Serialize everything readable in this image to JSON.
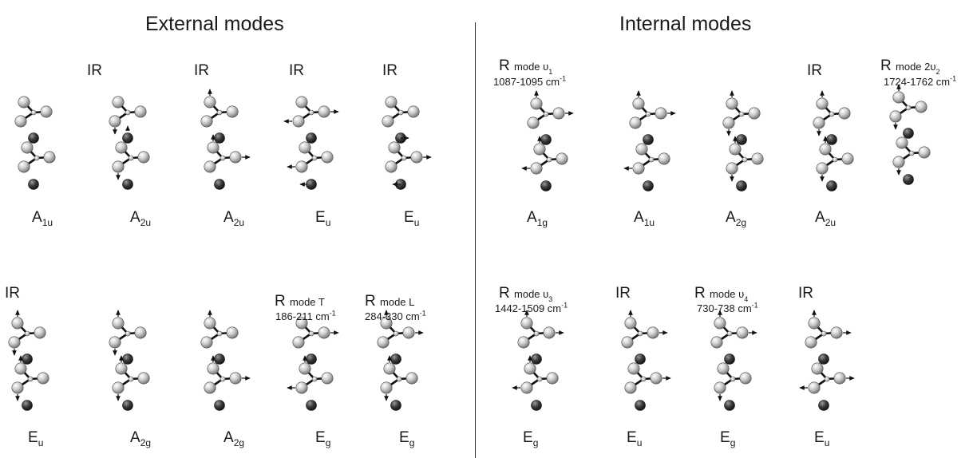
{
  "titles": {
    "external": "External modes",
    "internal": "Internal modes"
  },
  "external_top": [
    {
      "activity": "",
      "symbol": "A",
      "sub": "1u"
    },
    {
      "activity": "IR",
      "symbol": "A",
      "sub": "2u"
    },
    {
      "activity": "IR",
      "symbol": "A",
      "sub": "2u"
    },
    {
      "activity": "IR",
      "symbol": "E",
      "sub": "u"
    },
    {
      "activity": "IR",
      "symbol": "E",
      "sub": "u"
    }
  ],
  "external_bottom": [
    {
      "activity": "IR",
      "symbol": "E",
      "sub": "u"
    },
    {
      "activity": "",
      "symbol": "A",
      "sub": "2g"
    },
    {
      "activity": "",
      "symbol": "A",
      "sub": "2g"
    },
    {
      "activity": "R",
      "mode": "mode T",
      "freq": "186-211 cm",
      "unit_exp": "-1",
      "symbol": "E",
      "sub": "g"
    },
    {
      "activity": "R",
      "mode": "mode L",
      "freq": "284-330 cm",
      "unit_exp": "-1",
      "symbol": "E",
      "sub": "g"
    }
  ],
  "internal_top": [
    {
      "activity": "R",
      "mode": "mode υ",
      "mode_sub": "1",
      "freq": "1087-1095 cm",
      "unit_exp": "-1",
      "symbol": "A",
      "sub": "1g"
    },
    {
      "activity": "",
      "symbol": "A",
      "sub": "1u"
    },
    {
      "activity": "",
      "symbol": "A",
      "sub": "2g"
    },
    {
      "activity": "IR",
      "symbol": "A",
      "sub": "2u"
    },
    {
      "activity": "R",
      "mode": "mode 2υ",
      "mode_sub": "2",
      "freq": "1724-1762 cm",
      "unit_exp": "-1"
    }
  ],
  "internal_bottom": [
    {
      "activity": "R",
      "mode": "mode υ",
      "mode_sub": "3",
      "freq": "1442-1509 cm",
      "unit_exp": "-1",
      "symbol": "E",
      "sub": "g"
    },
    {
      "activity": "IR",
      "symbol": "E",
      "sub": "u"
    },
    {
      "activity": "R",
      "mode": "mode υ",
      "mode_sub": "4",
      "freq": "730-738 cm",
      "unit_exp": "-1",
      "symbol": "E",
      "sub": "g"
    },
    {
      "activity": "IR",
      "symbol": "E",
      "sub": "u"
    }
  ]
}
